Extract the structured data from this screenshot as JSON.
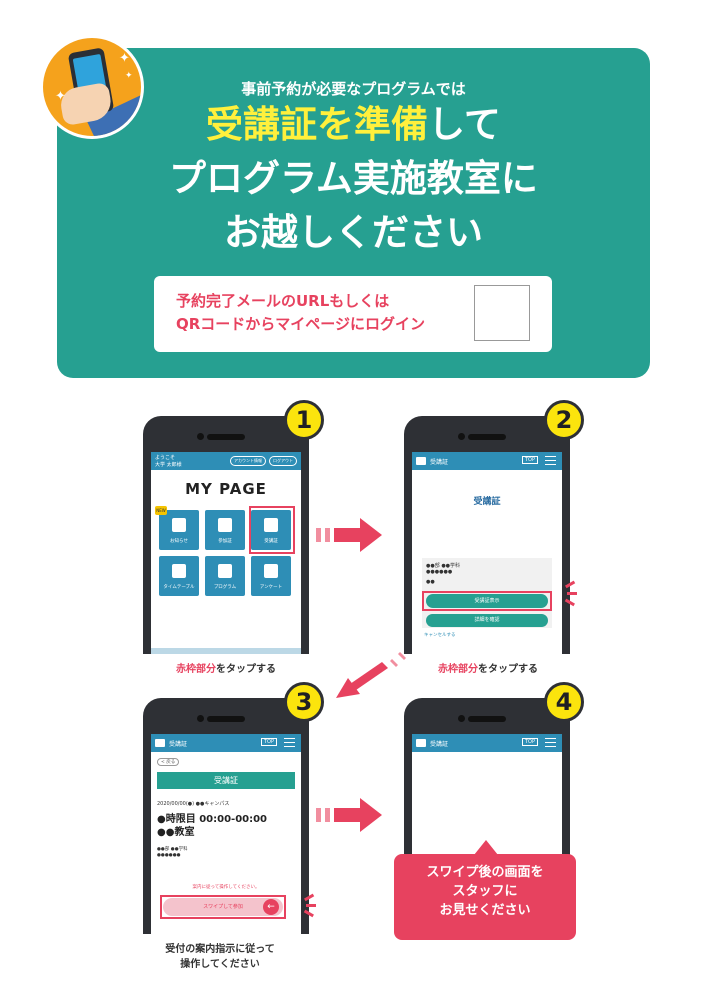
{
  "header": {
    "sub": "事前予約が必要なプログラムでは",
    "line1_highlight": "受講証を準備",
    "line1_rest": "して",
    "line2": "プログラム実施教室に",
    "line3": "お越しください",
    "login_line1": "予約完了メールのURLもしくは",
    "login_line2": "QRコードからマイページにログイン"
  },
  "colors": {
    "teal": "#26a091",
    "yellow": "#fff03c",
    "red": "#e7425f",
    "blue": "#2e8eb6"
  },
  "steps": [
    {
      "number": "1"
    },
    {
      "number": "2"
    },
    {
      "number": "3"
    },
    {
      "number": "4"
    }
  ],
  "tap_label_red": "赤枠部分",
  "tap_label_rest": "をタップする",
  "phone1": {
    "welcome1": "ようこそ",
    "welcome2": "大学 太郎様",
    "account_btn": "アカウント情報",
    "logout_btn": "ログアウト",
    "title": "MY PAGE",
    "new_tag": "NEW",
    "tiles": [
      "お知らせ",
      "参加証",
      "受講証",
      "タイムテーブル",
      "プログラム",
      "アンケート"
    ]
  },
  "phone2": {
    "bar_title": "受講証",
    "top": "TOP",
    "title": "受講証",
    "dept": "●●部 ●●学科",
    "name": "●●●●●●",
    "small": "●●",
    "show_btn": "受講証表示",
    "detail_btn": "詳細を確認",
    "cancel": "キャンセルする"
  },
  "phone3": {
    "bar_title": "受講証",
    "top": "TOP",
    "back": "< 戻る",
    "card_title": "受講証",
    "date": "2020/00/00(●) ●●キャンパス",
    "time": "●時限目 00:00-00:00",
    "room": "●●教室",
    "dept": "●●部 ●●学科",
    "name": "●●●●●●",
    "info": "案内に従って操作してください。",
    "swipe": "スワイプして参加",
    "caption1": "受付の案内指示に従って",
    "caption2": "操作してください"
  },
  "phone4": {
    "bar_title": "受講証",
    "top": "TOP",
    "bubble1": "スワイプ後の画面を",
    "bubble2": "スタッフに",
    "bubble3": "お見せください"
  }
}
